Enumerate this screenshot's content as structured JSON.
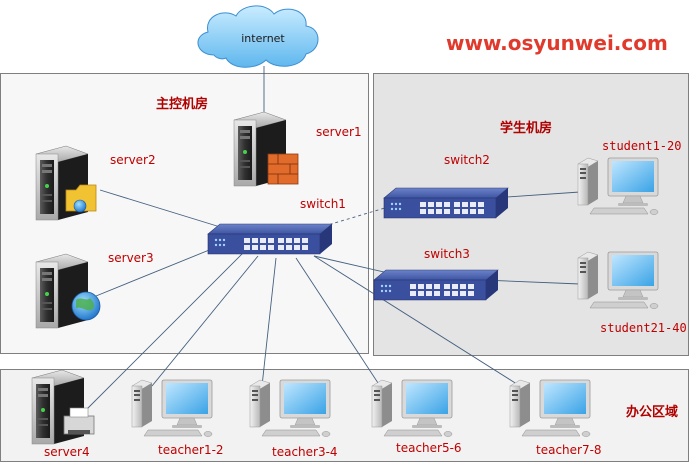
{
  "site_url": "www.osyunwei.com",
  "rooms": {
    "main": "主控机房",
    "student": "学生机房",
    "office": "办公区域"
  },
  "cloud": {
    "label": "internet"
  },
  "switches": {
    "switch1": "switch1",
    "switch2": "switch2",
    "switch3": "switch3"
  },
  "servers": {
    "server1": "server1",
    "server2": "server2",
    "server3": "server3",
    "server4": "server4"
  },
  "students": {
    "group1": "student1-20",
    "group2": "student21-40"
  },
  "teachers": {
    "t1": "teacher1-2",
    "t2": "teacher3-4",
    "t3": "teacher5-6",
    "t4": "teacher7-8"
  },
  "icons": [
    "cloud-icon",
    "switch-icon",
    "server-tower-icon",
    "firewall-icon",
    "folder-icon",
    "globe-icon",
    "printer-icon",
    "desktop-pc-icon"
  ]
}
